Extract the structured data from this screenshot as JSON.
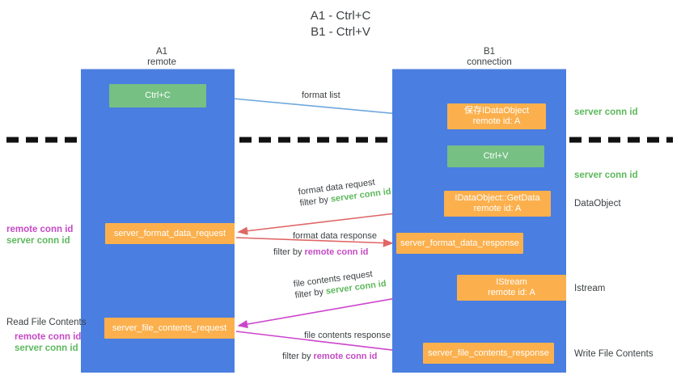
{
  "title": {
    "line1": "A1 - Ctrl+C",
    "line2": "B1 - Ctrl+V"
  },
  "columns": [
    {
      "name": "A1",
      "role": "remote"
    },
    {
      "name": "B1",
      "role": "connection"
    }
  ],
  "nodes": {
    "ctrl_c": {
      "label": "Ctrl+C"
    },
    "save_idataobject": {
      "label": "保存IDataObject",
      "sub": "remote id: A"
    },
    "ctrl_v": {
      "label": "Ctrl+V"
    },
    "getdata": {
      "label": "IDataObject::GetData",
      "sub": "remote id: A"
    },
    "istream": {
      "label": "IStream",
      "sub": "remote id: A"
    },
    "server_format_data_request": {
      "label": "server_format_data_request"
    },
    "server_format_data_response": {
      "label": "server_format_data_response"
    },
    "server_file_contents_request": {
      "label": "server_file_contents_request"
    },
    "server_file_contents_response": {
      "label": "server_file_contents_response"
    }
  },
  "edges": {
    "format_list": {
      "label": "format list"
    },
    "format_data_request": {
      "label": "format data request",
      "filter_prefix": "filter by ",
      "filter_key": "server conn id"
    },
    "format_data_response": {
      "label": "format data response",
      "filter_prefix": "filter by ",
      "filter_key": "remote conn id"
    },
    "file_contents_request": {
      "label": "file contents request",
      "filter_prefix": "filter by ",
      "filter_key": "server conn id"
    },
    "file_contents_response": {
      "label": "file contents response",
      "filter_prefix": "filter by ",
      "filter_key": "remote conn id"
    }
  },
  "annotations": {
    "right_server_conn_id_1": "server conn id",
    "right_server_conn_id_2": "server conn id",
    "right_dataobject": "DataObject",
    "right_istream": "Istream",
    "right_write_file_contents": "Write File Contents",
    "left_read_file_contents": "Read File Contents",
    "left_remote_conn_id_1": "remote conn id",
    "left_server_conn_id_1": "server conn id",
    "left_remote_conn_id_2": "remote conn id",
    "left_server_conn_id_2": "server conn id"
  },
  "colors": {
    "lane": "#4a7ee0",
    "node_green": "#76c083",
    "node_orange": "#fbb04d",
    "server_conn_id": "#5cb85c",
    "remote_conn_id": "#c44ac4",
    "arrow_blue": "#6fa8dc",
    "arrow_red": "#e06666",
    "arrow_magenta": "#cc44cc",
    "arrow_black": "#000000",
    "divider": "#111111"
  }
}
